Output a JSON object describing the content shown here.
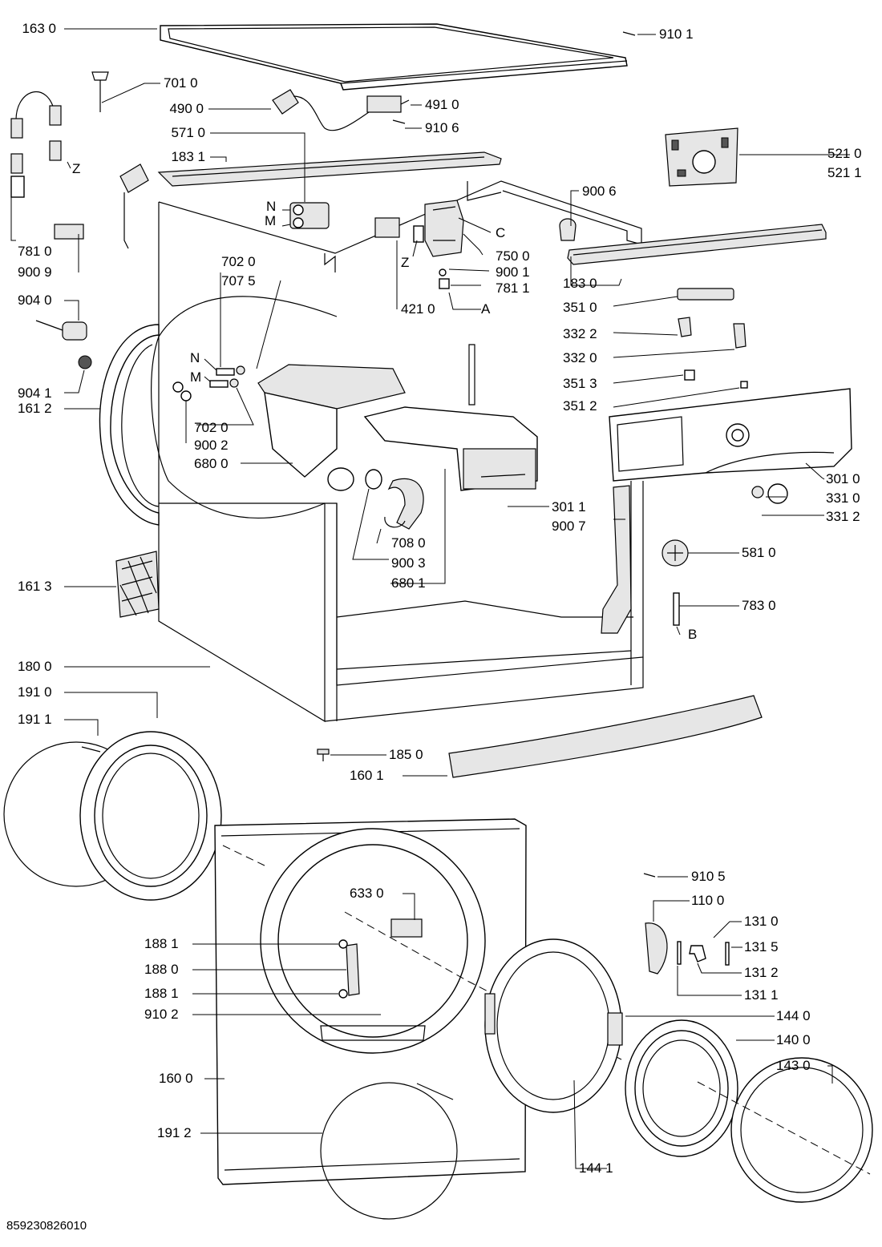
{
  "labels": {
    "l1630": "163 0",
    "l9101": "910 1",
    "l7010": "701 0",
    "l4900": "490 0",
    "l4910": "491 0",
    "l9106": "910 6",
    "l5710": "571 0",
    "l1831": "183 1",
    "l5210": "521 0",
    "l5211": "521 1",
    "lZ1": "Z",
    "lN1": "N",
    "lM1": "M",
    "l9006": "900 6",
    "lC": "C",
    "l7500": "750 0",
    "l9001": "900 1",
    "lZ2": "Z",
    "l7811": "781 1",
    "l7810": "781 0",
    "l1830": "183 0",
    "l9009": "900 9",
    "l4210": "421 0",
    "lA": "A",
    "l7020a": "702 0",
    "l7075": "707 5",
    "l3510": "351 0",
    "l9040": "904 0",
    "l3322": "332 2",
    "l3320": "332 0",
    "lN2": "N",
    "lM2": "M",
    "l3513": "351 3",
    "l9041": "904 1",
    "l3512": "351 2",
    "l1612": "161 2",
    "l7020b": "702 0",
    "l9002": "900 2",
    "l6800": "680 0",
    "l3010": "301 0",
    "l3311": "301 1",
    "l3310": "331 0",
    "l9007": "900 7",
    "l3312": "331 2",
    "l7080": "708 0",
    "l5810": "581 0",
    "l9003": "900 3",
    "l1613": "161 3",
    "l6801": "680 1",
    "l7830": "783 0",
    "lB": "B",
    "l1800": "180 0",
    "l1910": "191 0",
    "l1911": "191 1",
    "l1850": "185 0",
    "l1601": "160 1",
    "l9105": "910 5",
    "l6330": "633 0",
    "l1100": "110 0",
    "l1881a": "188 1",
    "l1310": "131 0",
    "l1880": "188 0",
    "l1315": "131 5",
    "l1881b": "188 1",
    "l1312": "131 2",
    "l1311": "131 1",
    "l9102": "910 2",
    "l1440": "144 0",
    "l1400": "140 0",
    "l1600": "160 0",
    "l1430": "143 0",
    "l1912": "191 2",
    "l1441": "144 1"
  },
  "document_id": "859230826010"
}
